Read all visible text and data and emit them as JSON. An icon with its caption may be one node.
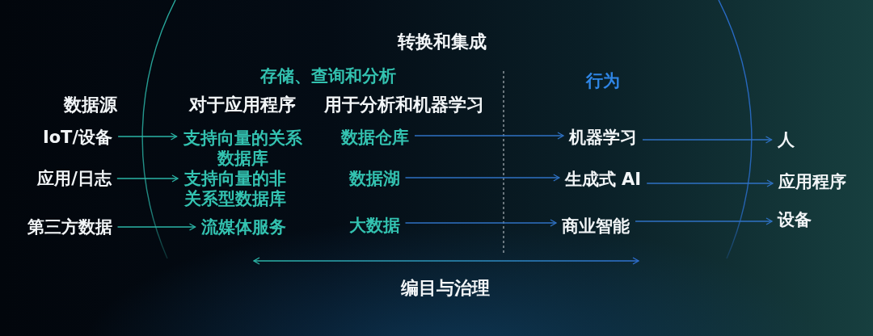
{
  "diagram": {
    "nodes": [
      {
        "text": [
          "IoT/设备"
        ]
      },
      {
        "text": [
          "应用/日志"
        ]
      },
      {
        "text": [
          "第三方数据"
        ]
      },
      {
        "text": [
          "支持向量的关系数据库"
        ]
      },
      {
        "text": [
          "支持向量的非关系型数据库"
        ]
      },
      {
        "text": [
          "流媒体服务"
        ]
      },
      {
        "text": [
          "数据仓库"
        ]
      },
      {
        "text": [
          "数据湖"
        ]
      },
      {
        "text": [
          "大数据"
        ]
      },
      {
        "text": [
          "机器学习"
        ]
      },
      {
        "text": [
          "生成式 AI"
        ]
      },
      {
        "text": [
          "商业智能"
        ]
      },
      {
        "text": [
          "人"
        ]
      },
      {
        "text": [
          "应用程序"
        ]
      },
      {
        "text": [
          "设备"
        ]
      }
    ],
    "edges": [
      {
        "from": 0,
        "to": 3,
        "arrow": "to",
        "color": "#2bb5a6"
      },
      {
        "from": 1,
        "to": 4,
        "arrow": "to",
        "color": "#2bb5a6"
      },
      {
        "from": 2,
        "to": 5,
        "arrow": "to",
        "color": "#2bb5a6"
      },
      {
        "from": 6,
        "to": 9,
        "arrow": "to"
      },
      {
        "from": 7,
        "to": 10,
        "arrow": "to"
      },
      {
        "from": 8,
        "to": 11,
        "arrow": "to"
      },
      {
        "from": 9,
        "to": 12,
        "arrow": "to"
      },
      {
        "from": 10,
        "to": 13,
        "arrow": "to"
      },
      {
        "from": 11,
        "to": 14,
        "arrow": "to"
      }
    ],
    "labels": [
      "转换和集成",
      "存储、查询和分析",
      "行为",
      "数据源",
      "对于应用程序",
      "用于分析和机器学习",
      "编目与治理"
    ]
  }
}
